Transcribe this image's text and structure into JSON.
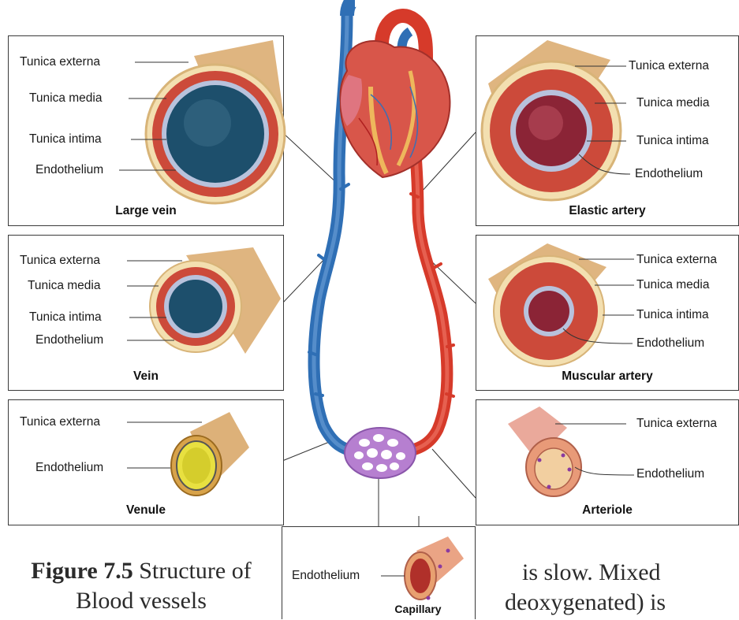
{
  "labels": {
    "tunica_externa": "Tunica externa",
    "tunica_media": "Tunica media",
    "tunica_intima": "Tunica intima",
    "endothelium": "Endothelium"
  },
  "panels": {
    "large_vein": "Large vein",
    "vein": "Vein",
    "venule": "Venule",
    "elastic_artery": "Elastic artery",
    "muscular_artery": "Muscular artery",
    "arteriole": "Arteriole",
    "capillary": "Capillary"
  },
  "caption": {
    "figure_number": "Figure 7.5",
    "line1": "Structure of",
    "line2": "Blood vessels"
  },
  "body_text": {
    "line1": "is slow. Mixed",
    "line2": "deoxygenated) is"
  },
  "colors": {
    "vein_blue": "#2f6fb5",
    "artery_red": "#d63a2a",
    "tunica_externa": "#e8c486",
    "tunica_media": "#c94a3a",
    "tunica_intima": "#b7bfd9",
    "vein_lumen": "#1d4f6c",
    "artery_lumen": "#8b2436",
    "capillary_bed": "#b67fd0"
  }
}
